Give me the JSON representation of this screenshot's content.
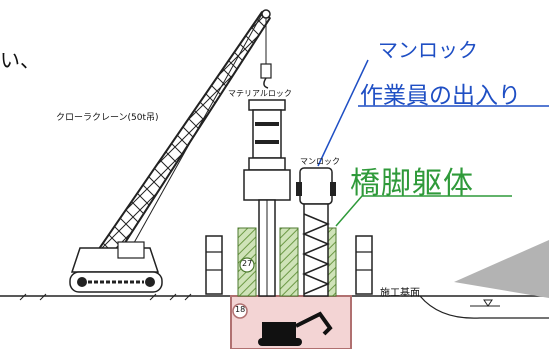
{
  "partial_text": "い、",
  "annotations": {
    "manlock_title": "マンロック",
    "worker_access": "作業員の出入り",
    "pier_body": "橋脚躯体"
  },
  "diagram_labels": {
    "crawler_crane": "クローラクレーン(50t吊)",
    "material_lock": "マテリアルロック",
    "manlock_small": "マンロック",
    "ground_level": "施工基面",
    "marker_a": "27",
    "marker_b": "18"
  },
  "colors": {
    "annotation_blue": "#1f4fc4",
    "annotation_green": "#2f9a3a",
    "excavation_fill": "#f3d4d4",
    "hatch_green": "#8fb86a"
  }
}
